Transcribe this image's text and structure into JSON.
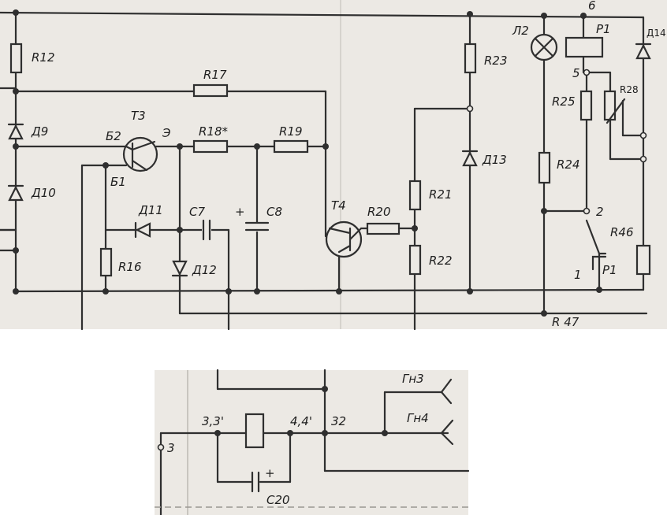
{
  "labels": {
    "R12": "R12",
    "R17": "R17",
    "R18": "R18*",
    "R19": "R19",
    "R16": "R16",
    "R20": "R20",
    "R21": "R21",
    "R22": "R22",
    "R23": "R23",
    "R24": "R24",
    "R25": "R25",
    "R28": "R28",
    "R46": "R46",
    "R47": "R 47",
    "D9": "Д9",
    "D10": "Д10",
    "D11": "Д11",
    "D12": "Д12",
    "D13": "Д13",
    "D14": "Д14",
    "T3": "Т3",
    "T4": "Т4",
    "B2": "Б2",
    "B1": "Б1",
    "E": "Э",
    "C7": "С7",
    "C8": "С8",
    "C8_plus": "+",
    "L2": "Л2",
    "P1_top": "Р1",
    "P1_bottom": "Р1",
    "node6": "6",
    "node5": "5",
    "node2": "2",
    "node1": "1",
    "node33": "3,3'",
    "node44": "4,4'",
    "node32": "32",
    "node3": "3",
    "Gn3": "Гн3",
    "Gn4": "Гн4",
    "C20": "С20",
    "C20_plus": "+"
  }
}
